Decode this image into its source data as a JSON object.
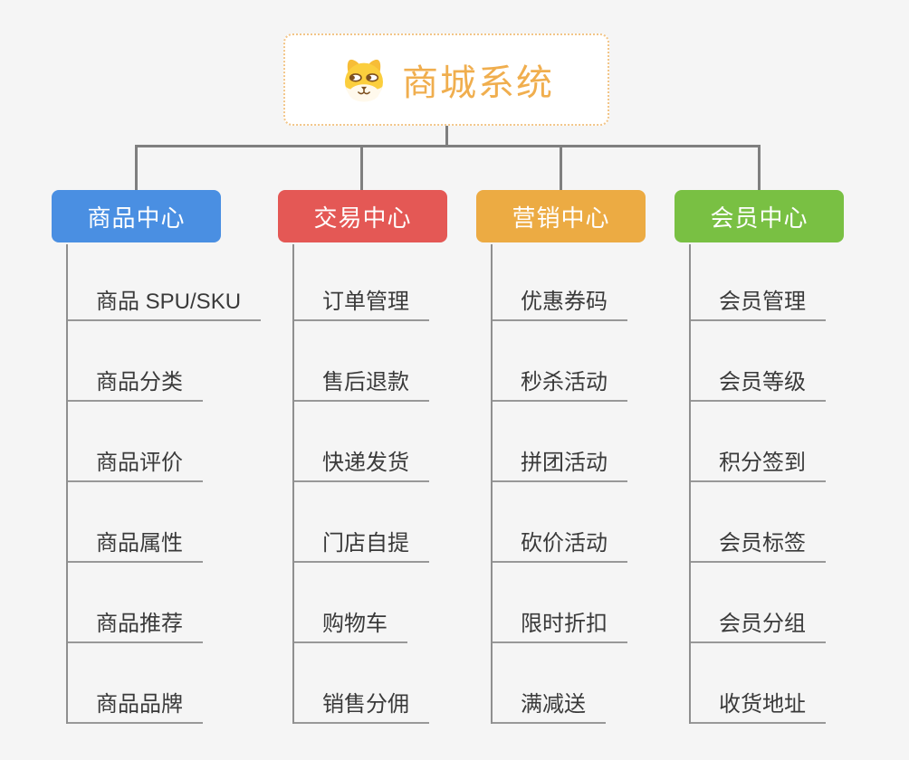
{
  "page": {
    "background": "#f5f5f5",
    "connector_color": "#7f7f7f",
    "leaf_line_color": "#989898"
  },
  "root": {
    "label": "商城系统",
    "icon": "dog-face-icon",
    "text_color": "#f0ae4e",
    "border_color": "#f2c588",
    "background": "#ffffff"
  },
  "branches": [
    {
      "label": "商品中心",
      "color": "#4a8fe2",
      "items": [
        "商品 SPU/SKU",
        "商品分类",
        "商品评价",
        "商品属性",
        "商品推荐",
        "商品品牌"
      ]
    },
    {
      "label": "交易中心",
      "color": "#e45855",
      "items": [
        "订单管理",
        "售后退款",
        "快递发货",
        "门店自提",
        "购物车",
        "销售分佣"
      ]
    },
    {
      "label": "营销中心",
      "color": "#ecab43",
      "items": [
        "优惠券码",
        "秒杀活动",
        "拼团活动",
        "砍价活动",
        "限时折扣",
        "满减送"
      ]
    },
    {
      "label": "会员中心",
      "color": "#79c043",
      "items": [
        "会员管理",
        "会员等级",
        "积分签到",
        "会员标签",
        "会员分组",
        "收货地址"
      ]
    }
  ]
}
